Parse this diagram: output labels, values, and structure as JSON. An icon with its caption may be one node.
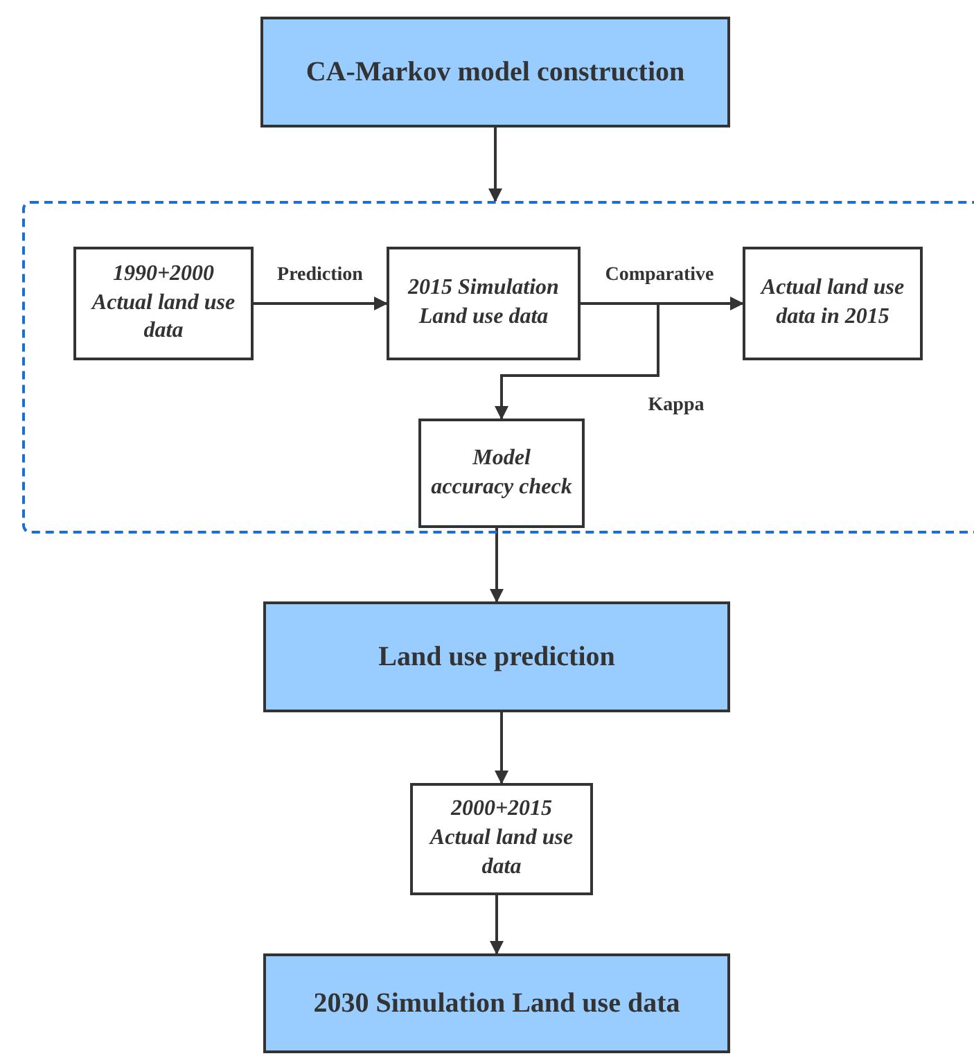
{
  "diagram": {
    "nodes": [
      {
        "text": [
          "CA-Markov model construction"
        ]
      },
      {
        "text": [],
        "shape": "box"
      },
      {
        "text": [
          "1990+2000 Actual land use data"
        ],
        "in": 1
      },
      {
        "text": [
          "2015 Simulation Land use data"
        ],
        "in": 1
      },
      {
        "text": [
          "Actual land use data in 2015"
        ],
        "in": 1
      },
      {
        "text": [
          "Model accuracy check"
        ],
        "in": 1
      },
      {
        "text": [
          "Land use prediction"
        ]
      },
      {
        "text": [
          "2000+2015 Actual land use data"
        ]
      },
      {
        "text": [
          "2030 Simulation Land use data"
        ]
      }
    ],
    "edges": [
      {
        "from": 0,
        "to": 1,
        "arrow": "to"
      },
      {
        "from": 2,
        "to": 3,
        "arrow": "to",
        "label": "Prediction"
      },
      {
        "from": 3,
        "to": 4,
        "arrow": "to",
        "label": "Comparative"
      },
      {
        "from": 3,
        "to": 5,
        "arrow": "to",
        "label": "Kappa"
      },
      {
        "from": 5,
        "to": 6,
        "arrow": "to"
      },
      {
        "from": 6,
        "to": 7,
        "arrow": "to"
      },
      {
        "from": 7,
        "to": 8,
        "arrow": "to"
      }
    ]
  }
}
